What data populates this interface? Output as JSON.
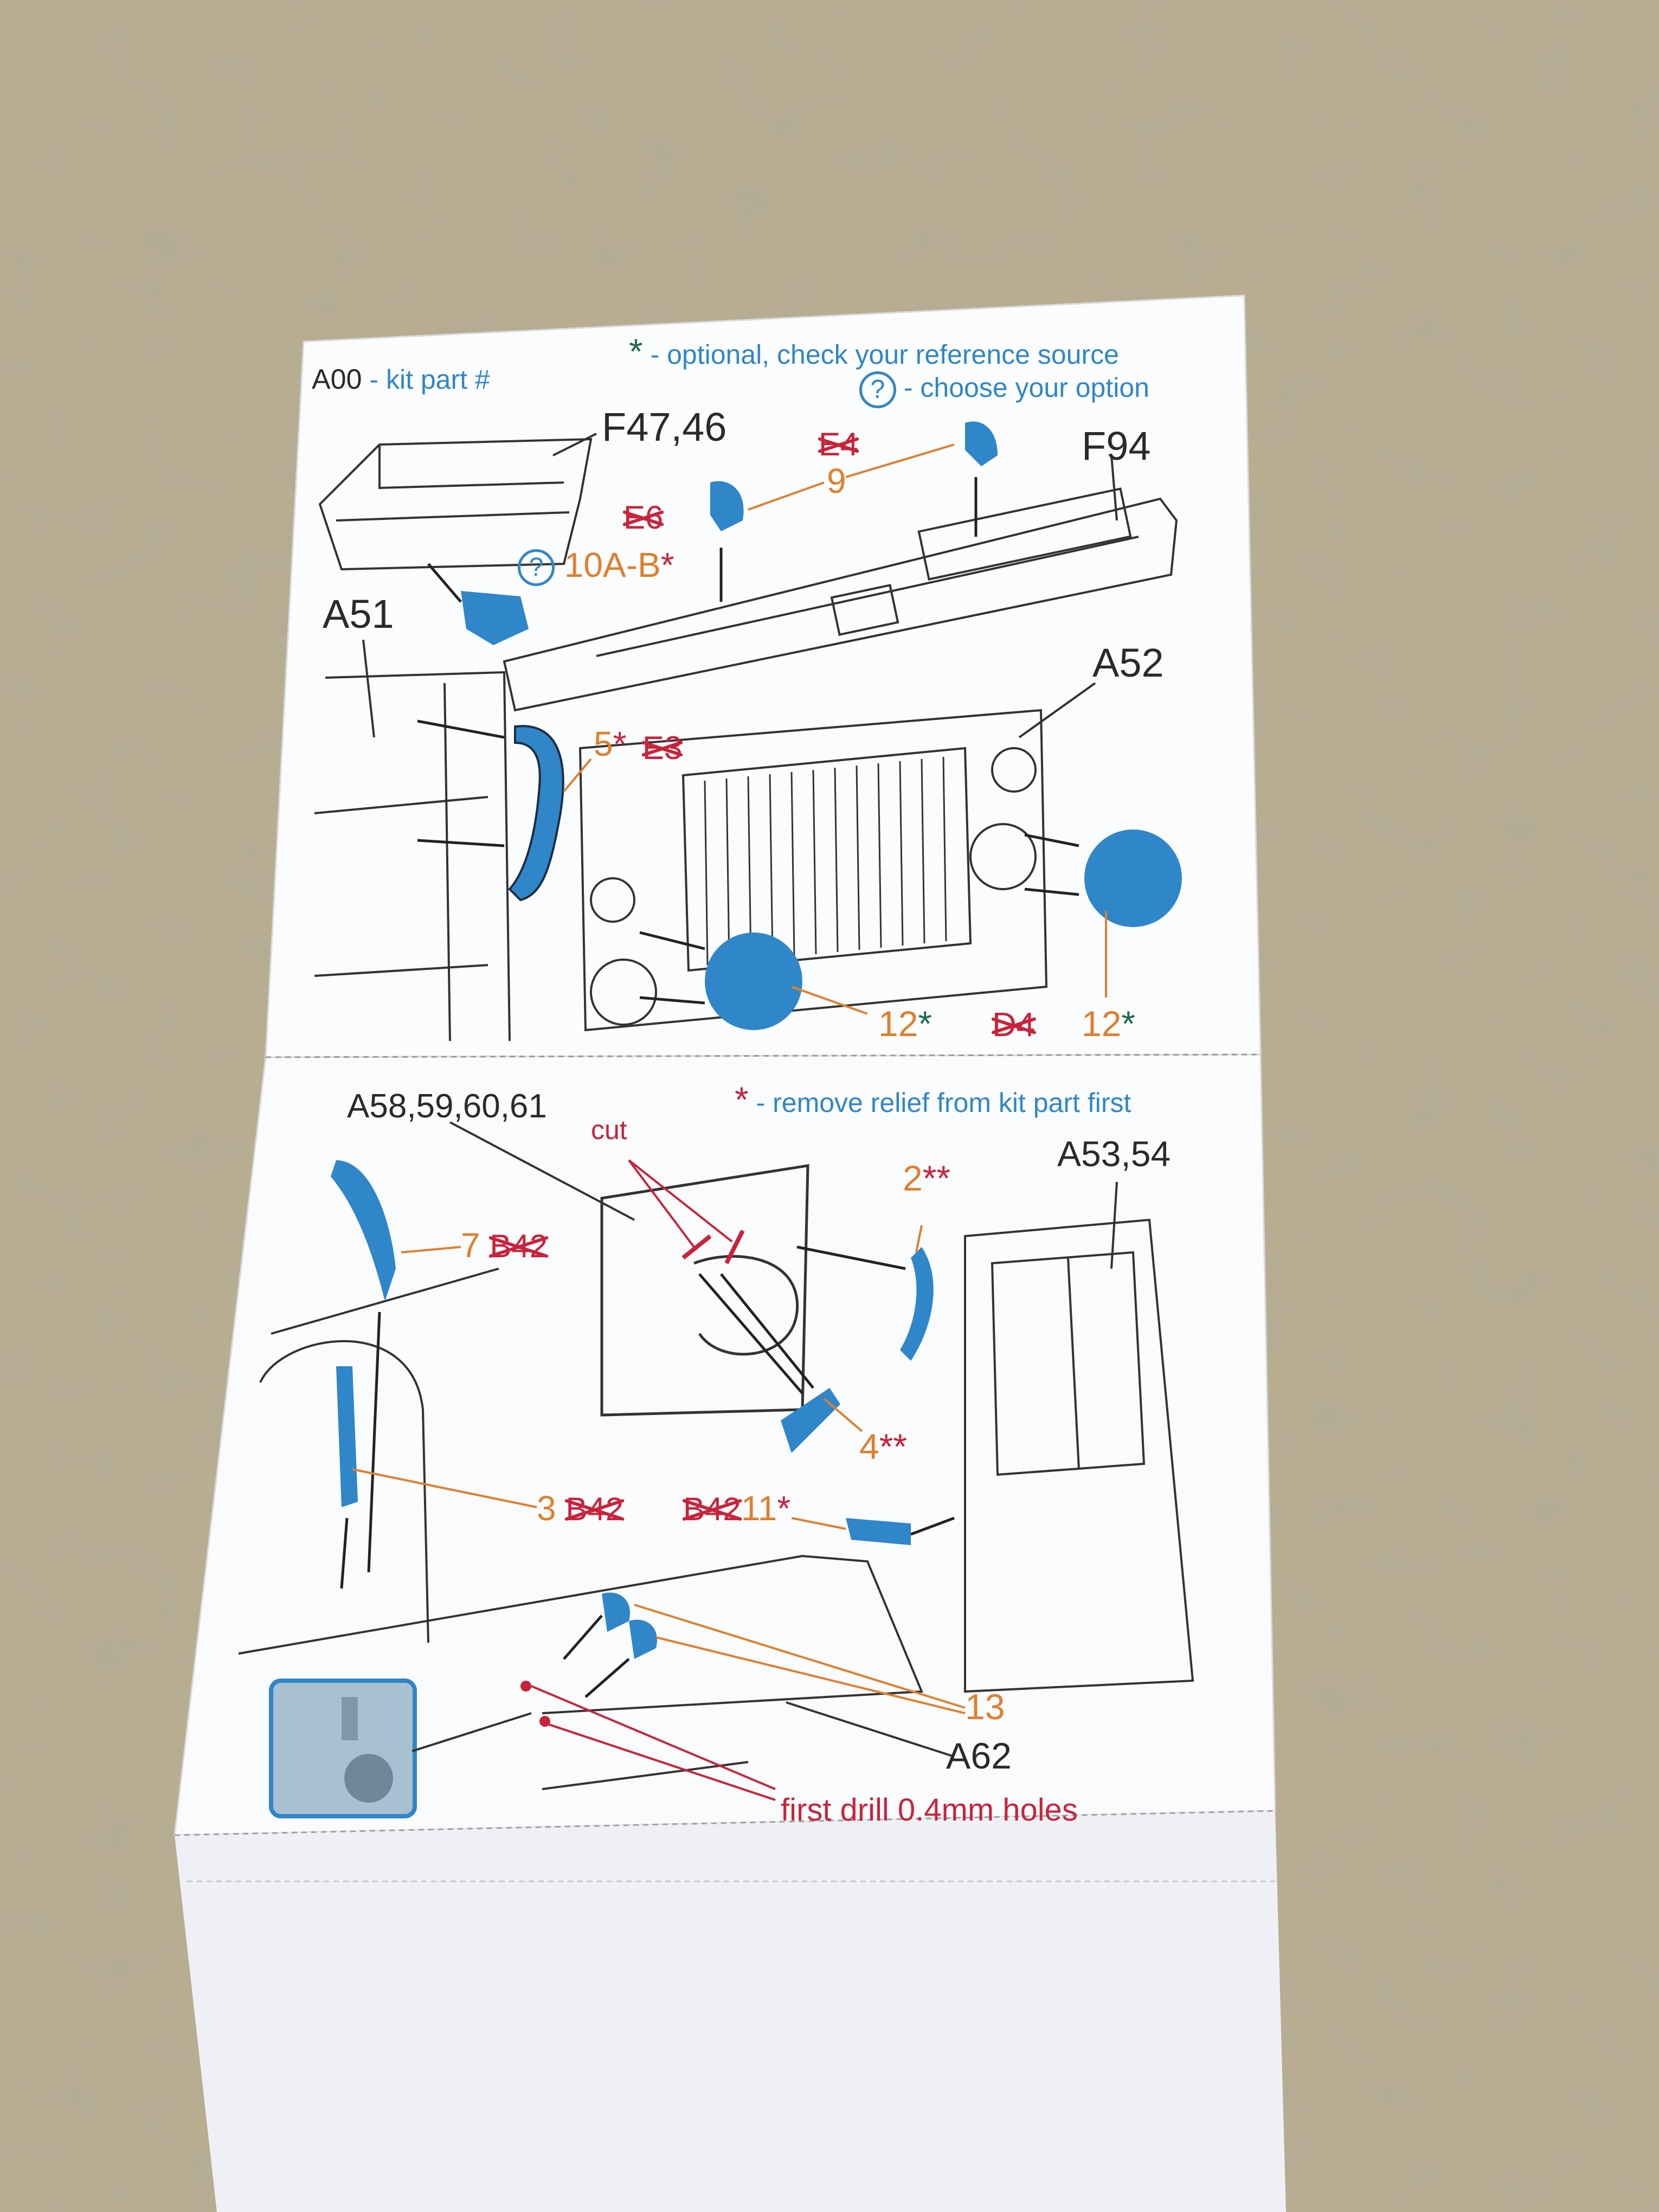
{
  "legend": {
    "kit_part": "A00",
    "kit_part_desc": " - kit part #",
    "optional_symbol": "*",
    "optional_text": " - optional, check your reference source",
    "choose_symbol": "?",
    "choose_text": " - choose your option",
    "remove_symbol": "*",
    "remove_text": " - remove relief from kit part first"
  },
  "top_section": {
    "F47_46": "F47,46",
    "E4": "E4",
    "F94": "F94",
    "E6": "E6",
    "step9": "9",
    "opt10": "?",
    "step10": "10A-B",
    "step10_mark": "*",
    "A51": "A51",
    "A52": "A52",
    "step5": "5",
    "step5_mark": "*",
    "E3": "E3",
    "step12a": "12",
    "step12a_mark": "*",
    "D4": "D4",
    "step12b": "12",
    "step12b_mark": "*"
  },
  "bottom_section": {
    "A58": "A58,59,60,61",
    "cut": "cut",
    "step2": "2",
    "step2_mark": "**",
    "A53_54": "A53,54",
    "step7": "7",
    "B42_a": "B42",
    "step4": "4",
    "step4_mark": "**",
    "step3": "3",
    "B42_b": "B42",
    "B42_c": "B42",
    "step11": "11",
    "step11_mark": "*",
    "step13": "13",
    "A62": "A62",
    "drill": "first drill 0.4mm holes"
  },
  "colors": {
    "part_blue": "#2f86c9",
    "step_orange": "#e07f2c",
    "warning_red": "#c9233b",
    "optional_green": "#1f6b50"
  }
}
